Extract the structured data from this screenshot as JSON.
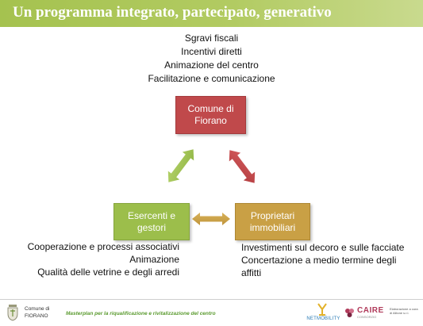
{
  "slide": {
    "title": "Un programma integrato, partecipato, generativo",
    "colors": {
      "title_bar": "#a5c24f",
      "comune_box": "#c0494b",
      "esercenti_box": "#9cbe4b",
      "proprietari_box": "#c9a045",
      "arrow_green": "#a0c24e",
      "arrow_red": "#c4494c",
      "arrow_gold": "#c9a045"
    }
  },
  "top_list": [
    "Sgravi fiscali",
    "Incentivi diretti",
    "Animazione del centro",
    "Facilitazione e comunicazione"
  ],
  "nodes": {
    "comune": {
      "line1": "Comune di",
      "line2": "Fiorano"
    },
    "esercenti": {
      "line1": "Esercenti e",
      "line2": "gestori"
    },
    "proprietari": {
      "line1": "Proprietari",
      "line2": "immobiliari"
    }
  },
  "left_list": [
    "Cooperazione e processi associativi",
    "Animazione",
    "Qualità delle vetrine e degli arredi"
  ],
  "right_list": [
    "Investimenti sul decoro e sulle facciate",
    "Concertazione a medio termine degli",
    "affitti"
  ],
  "footer": {
    "comune_line1": "Comune di",
    "comune_line2": "FIORANO",
    "tagline": "Masterplan per la riqualificazione e rivitalizzazione del centro",
    "logo_netmobility": "NETMOBILITY",
    "logo_caire": "CAIRE",
    "caire_sub": "CONSORZIO",
    "caire_note": "Elaborazione a cura di Allione s.r.l."
  }
}
